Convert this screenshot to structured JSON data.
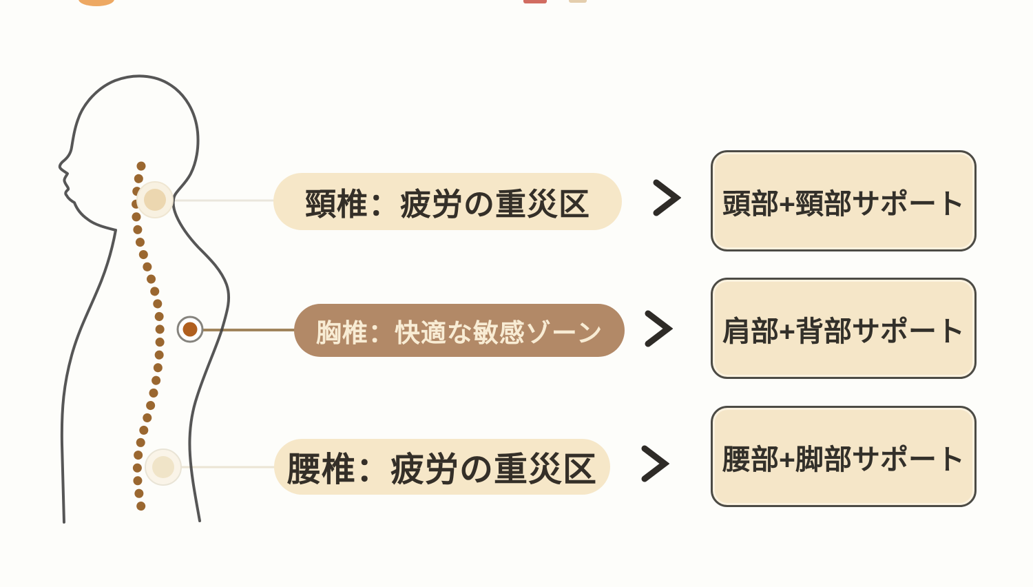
{
  "rows": [
    {
      "zone_label": "頸椎：疲労の重災区",
      "support_label": "頭部+頸部サポート"
    },
    {
      "zone_label": "胸椎：快適な敏感ゾーン",
      "support_label": "肩部+背部サポート"
    },
    {
      "zone_label": "腰椎：疲労の重災区",
      "support_label": "腰部+脚部サポート"
    }
  ],
  "figure": {
    "name": "human-side-profile-silhouette",
    "markers": [
      {
        "name": "cervical-spine-point"
      },
      {
        "name": "thoracic-spine-point"
      },
      {
        "name": "lumbar-spine-point"
      }
    ]
  },
  "icons": [
    {
      "name": "chevron-right-icon",
      "glyph": ">"
    }
  ],
  "colors": {
    "background": "#fdfdfa",
    "pill_light_bg": "#f6e7c8",
    "pill_brown_bg": "#b28967",
    "pill_dark_text": "#342f28",
    "pill_light_text": "#f8ecd4",
    "support_box_bg": "#f5e6c8",
    "support_box_border": "#4c4b45",
    "body_outline": "#3f3f3f",
    "spine_dot": "#9a6730",
    "thoracic_dot": "#b05f1f",
    "cervical_dot": "#ecd7b0",
    "lumbar_dot": "#f0e4c8",
    "chevron": "#2e2b27",
    "connector_light": "#eae6dc",
    "connector_brown": "#a0845c"
  }
}
